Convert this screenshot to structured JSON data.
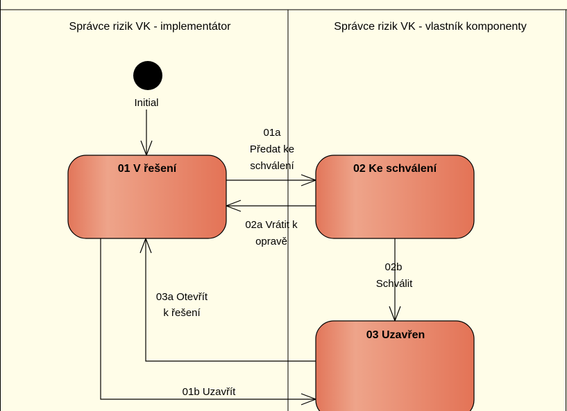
{
  "lanes": [
    {
      "title": "Správce rizik VK - implementátor"
    },
    {
      "title": "Správce rizik VK - vlastník komponenty"
    }
  ],
  "initial": {
    "label": "Initial"
  },
  "states": [
    {
      "name": "01 V řešení"
    },
    {
      "name": "02 Ke schválení"
    },
    {
      "name": "03 Uzavřen"
    }
  ],
  "transitions": [
    {
      "lines": [
        "01a",
        "Předat ke",
        "schválení"
      ]
    },
    {
      "lines": [
        "02a Vrátit k",
        "opravě"
      ]
    },
    {
      "lines": [
        "02b",
        "Schválit"
      ]
    },
    {
      "lines": [
        "03a Otevřít",
        "k řešení"
      ]
    },
    {
      "lines": [
        "01b Uzavřít"
      ]
    }
  ],
  "colors": {
    "background": "#fffde8",
    "state_fill_light": "#eea48a",
    "state_fill_dark": "#e3785c",
    "state_border": "#000000"
  }
}
